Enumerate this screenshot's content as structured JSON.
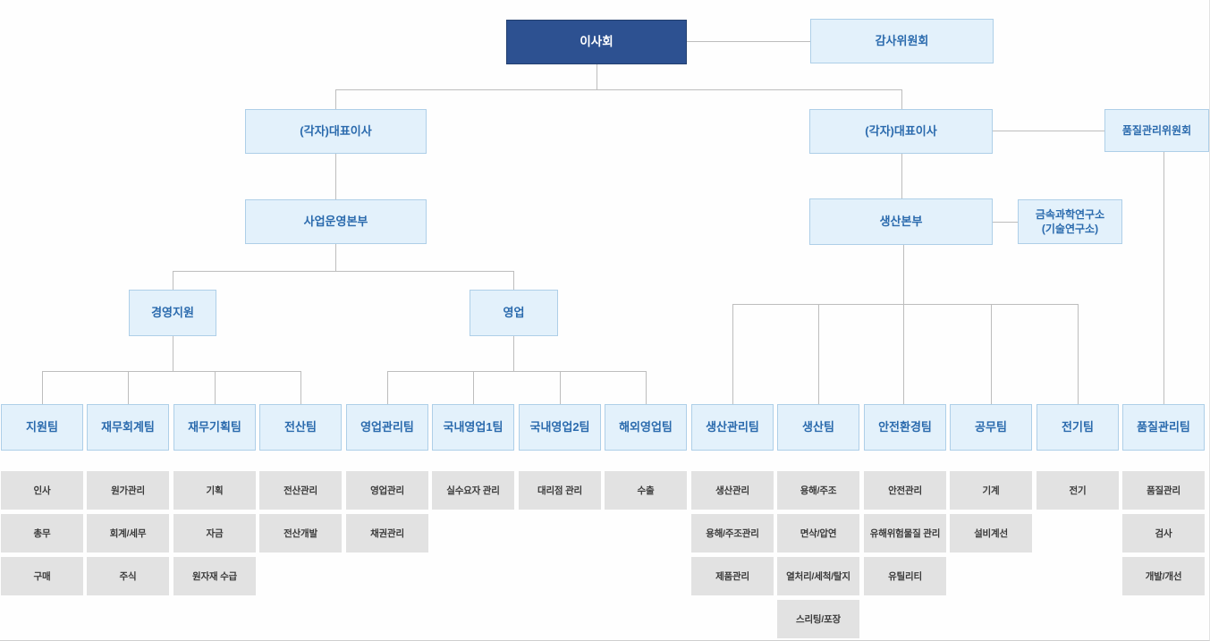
{
  "colors": {
    "board_fill": "#2d5191",
    "node_fill": "#e3f1fb",
    "node_border": "#aecfe8",
    "node_text": "#2a6aad",
    "gray_fill": "#e2e2e2",
    "gray_text": "#3b3b3b",
    "line": "#bdbdbd"
  },
  "nodes": {
    "board": "이사회",
    "audit_committee": "감사위원회",
    "ceo_left": "(각자)대표이사",
    "ceo_right": "(각자)대표이사",
    "quality_committee": "품질관리위원회",
    "business_hq": "사업운영본부",
    "production_hq": "생산본부",
    "research_institute": "금속과학연구소\n(기술연구소)",
    "mgmt_support": "경영지원",
    "sales_div": "영업"
  },
  "teams": [
    {
      "label": "지원팀",
      "functions": [
        "인사",
        "총무",
        "구매"
      ]
    },
    {
      "label": "재무회계팀",
      "functions": [
        "원가관리",
        "회계/세무",
        "주식"
      ]
    },
    {
      "label": "재무기획팀",
      "functions": [
        "기획",
        "자금",
        "원자재 수급"
      ]
    },
    {
      "label": "전산팀",
      "functions": [
        "전산관리",
        "전산개발"
      ]
    },
    {
      "label": "영업관리팀",
      "functions": [
        "영업관리",
        "채권관리"
      ]
    },
    {
      "label": "국내영업1팀",
      "functions": [
        "실수요자 관리"
      ]
    },
    {
      "label": "국내영업2팀",
      "functions": [
        "대리점 관리"
      ]
    },
    {
      "label": "해외영업팀",
      "functions": [
        "수출"
      ]
    },
    {
      "label": "생산관리팀",
      "functions": [
        "생산관리",
        "용해/주조관리",
        "제품관리"
      ]
    },
    {
      "label": "생산팀",
      "functions": [
        "용해/주조",
        "면삭/압연",
        "열처리/세척/탈지",
        "스리팅/포장"
      ]
    },
    {
      "label": "안전환경팀",
      "functions": [
        "안전관리",
        "유해위험물질 관리",
        "유틸리티"
      ]
    },
    {
      "label": "공무팀",
      "functions": [
        "기계",
        "설비계선"
      ]
    },
    {
      "label": "전기팀",
      "functions": [
        "전기"
      ]
    },
    {
      "label": "품질관리팀",
      "functions": [
        "품질관리",
        "검사",
        "개발/개선"
      ]
    }
  ]
}
